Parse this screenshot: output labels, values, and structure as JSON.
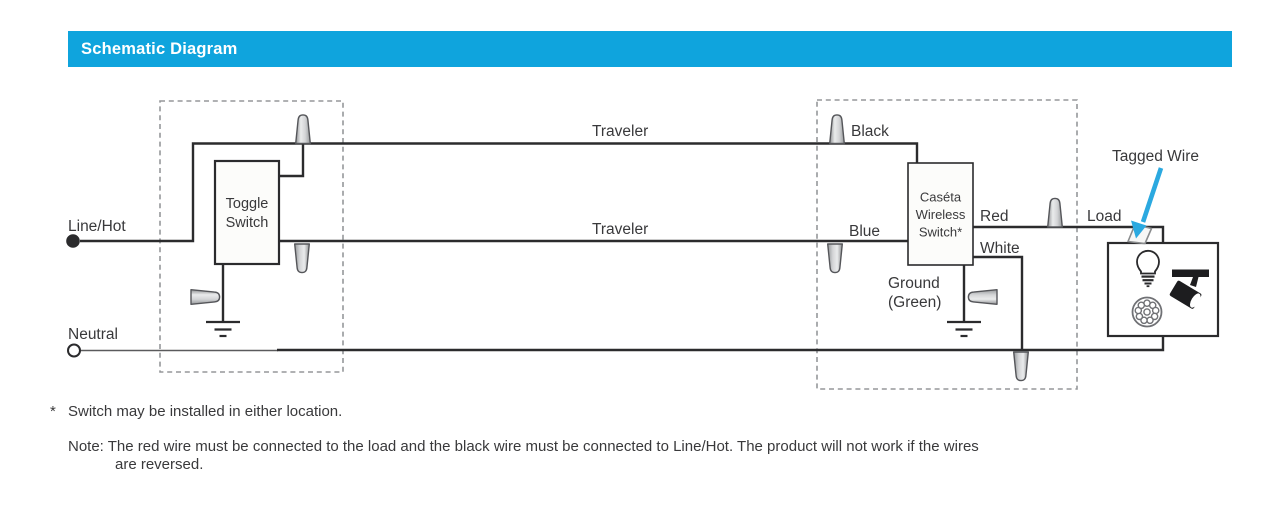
{
  "header": {
    "title": "Schematic Diagram"
  },
  "diagram": {
    "labels": {
      "line_hot": "Line/Hot",
      "neutral": "Neutral",
      "traveler_top": "Traveler",
      "traveler_middle": "Traveler",
      "black": "Black",
      "blue": "Blue",
      "red": "Red",
      "white": "White",
      "ground_line1": "Ground",
      "ground_line2": "(Green)",
      "load": "Load",
      "tagged_wire": "Tagged Wire"
    },
    "toggle_switch": {
      "line1": "Toggle",
      "line2": "Switch"
    },
    "caseta_switch": {
      "line1": "Caséta",
      "line2": "Wireless",
      "line3": "Switch*"
    }
  },
  "footnotes": {
    "asterisk": "*",
    "switch_note": "Switch may be installed in either location.",
    "note_label": "Note:",
    "note_text": "The red wire must be connected to the load and the black wire must be connected to Line/Hot. The product will not work if the wires",
    "note_text_cont": "are reversed."
  },
  "colors": {
    "header_bg": "#0FA4DD",
    "arrow_blue": "#2BA9E0",
    "wire": "#2B2B2D",
    "dashed_border": "#95979A",
    "text": "#39393B",
    "wire_nut_gray": "#C9CACC"
  }
}
